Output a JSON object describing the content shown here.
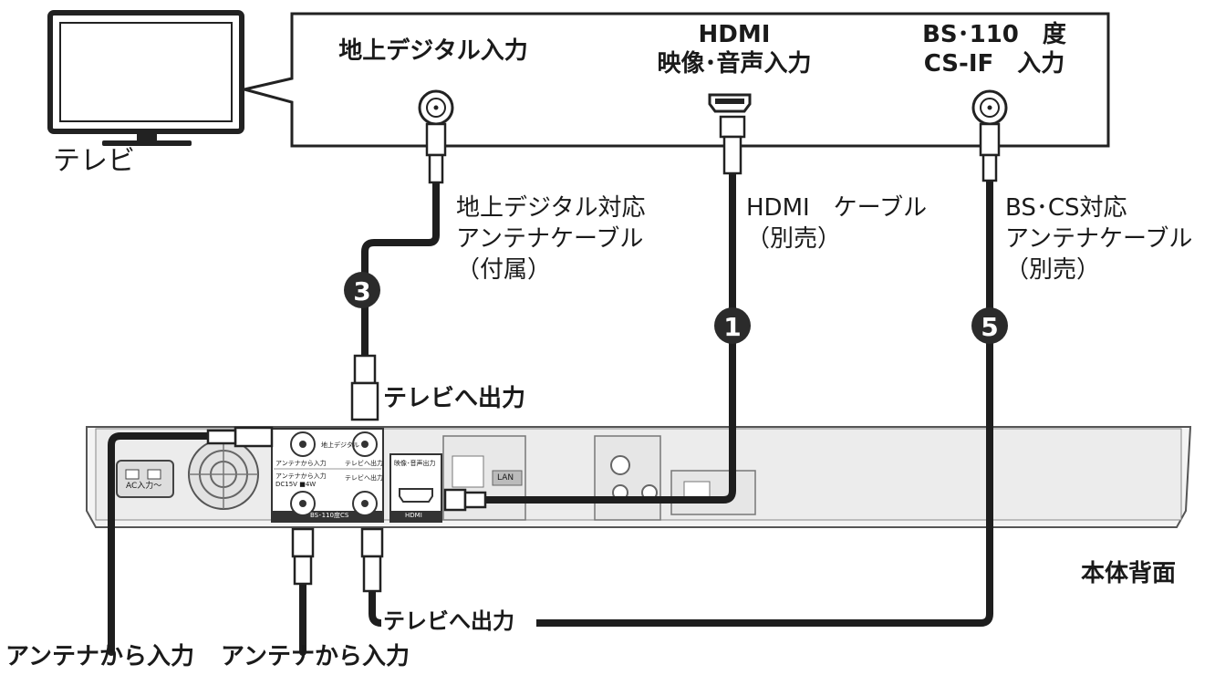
{
  "tv": {
    "label": "テレビ"
  },
  "tv_inputs": {
    "terrestrial": "地上デジタル入力",
    "hdmi_line1": "HDMI",
    "hdmi_line2": "映像･音声入力",
    "bs_line1": "BS･110　度",
    "bs_line2": "CS-IF　入力"
  },
  "cables": {
    "terrestrial": [
      "地上デジタル対応",
      "アンテナケーブル",
      "（付属）"
    ],
    "hdmi": [
      "HDMI　ケーブル",
      "（別売）"
    ],
    "bs": [
      "BS･CS対応",
      "アンテナケーブル",
      "（別売）"
    ]
  },
  "steps": {
    "terrestrial": "3",
    "hdmi": "1",
    "bs": "5"
  },
  "recorder": {
    "rear_label": "本体背面",
    "out_to_tv_top": "テレビへ出力",
    "out_to_tv_bottom": "テレビへ出力",
    "antenna_in_left": "アンテナから入力",
    "antenna_in_right": "アンテナから入力",
    "panel_terrestrial_in": "アンテナから入力",
    "panel_terrestrial": "地上デジタル",
    "panel_tv_out": "テレビへ出力",
    "panel_bs_in": "アンテナから入力",
    "panel_bs_power": "DC15V ■4W",
    "panel_tv_out2": "テレビへ出力",
    "panel_bs": "BS･110度CS",
    "panel_hdmi_title": "映像･音声出力",
    "panel_hdmi": "HDMI",
    "panel_lan": "LAN",
    "panel_ac": "AC入力～"
  }
}
